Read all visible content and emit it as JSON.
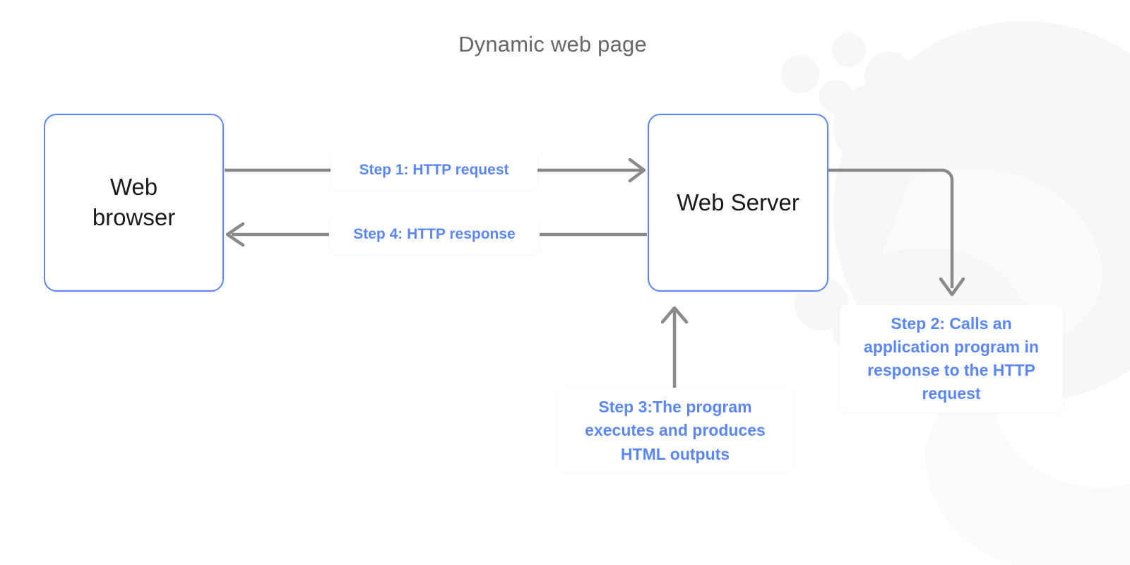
{
  "title": "Dynamic web page",
  "colors": {
    "accent_blue": "#5b87f5",
    "node_border": "#5b87f5",
    "edge_gray": "#8a8a8a",
    "title_gray": "#666769",
    "node_text": "#1a1a1a",
    "background": "#ffffff",
    "watermark": "#f6f7f8"
  },
  "nodes": [
    {
      "id": "web-browser",
      "label": "Web\nbrowser",
      "line1": "Web",
      "line2": "browser"
    },
    {
      "id": "web-server",
      "label": "Web Server"
    }
  ],
  "edges": [
    {
      "id": "step1",
      "label": "Step 1: HTTP request",
      "from": "web-browser",
      "to": "web-server",
      "direction": "right"
    },
    {
      "id": "step4",
      "label": "Step 4: HTTP response",
      "from": "web-server",
      "to": "web-browser",
      "direction": "left"
    },
    {
      "id": "step2",
      "label": "Step 2: Calls an application program in response to the HTTP request",
      "from": "web-server",
      "to": "step2-callout",
      "direction": "down"
    },
    {
      "id": "step3",
      "label": "Step 3:The program executes and produces HTML outputs",
      "from": "step3-callout",
      "to": "web-server",
      "direction": "up"
    }
  ],
  "callouts": {
    "step1": "Step 1: HTTP request",
    "step4": "Step 4: HTTP response",
    "step2": "Step 2: Calls an application program in response to the HTTP request",
    "step3": "Step 3:The program executes and produces HTML outputs"
  }
}
